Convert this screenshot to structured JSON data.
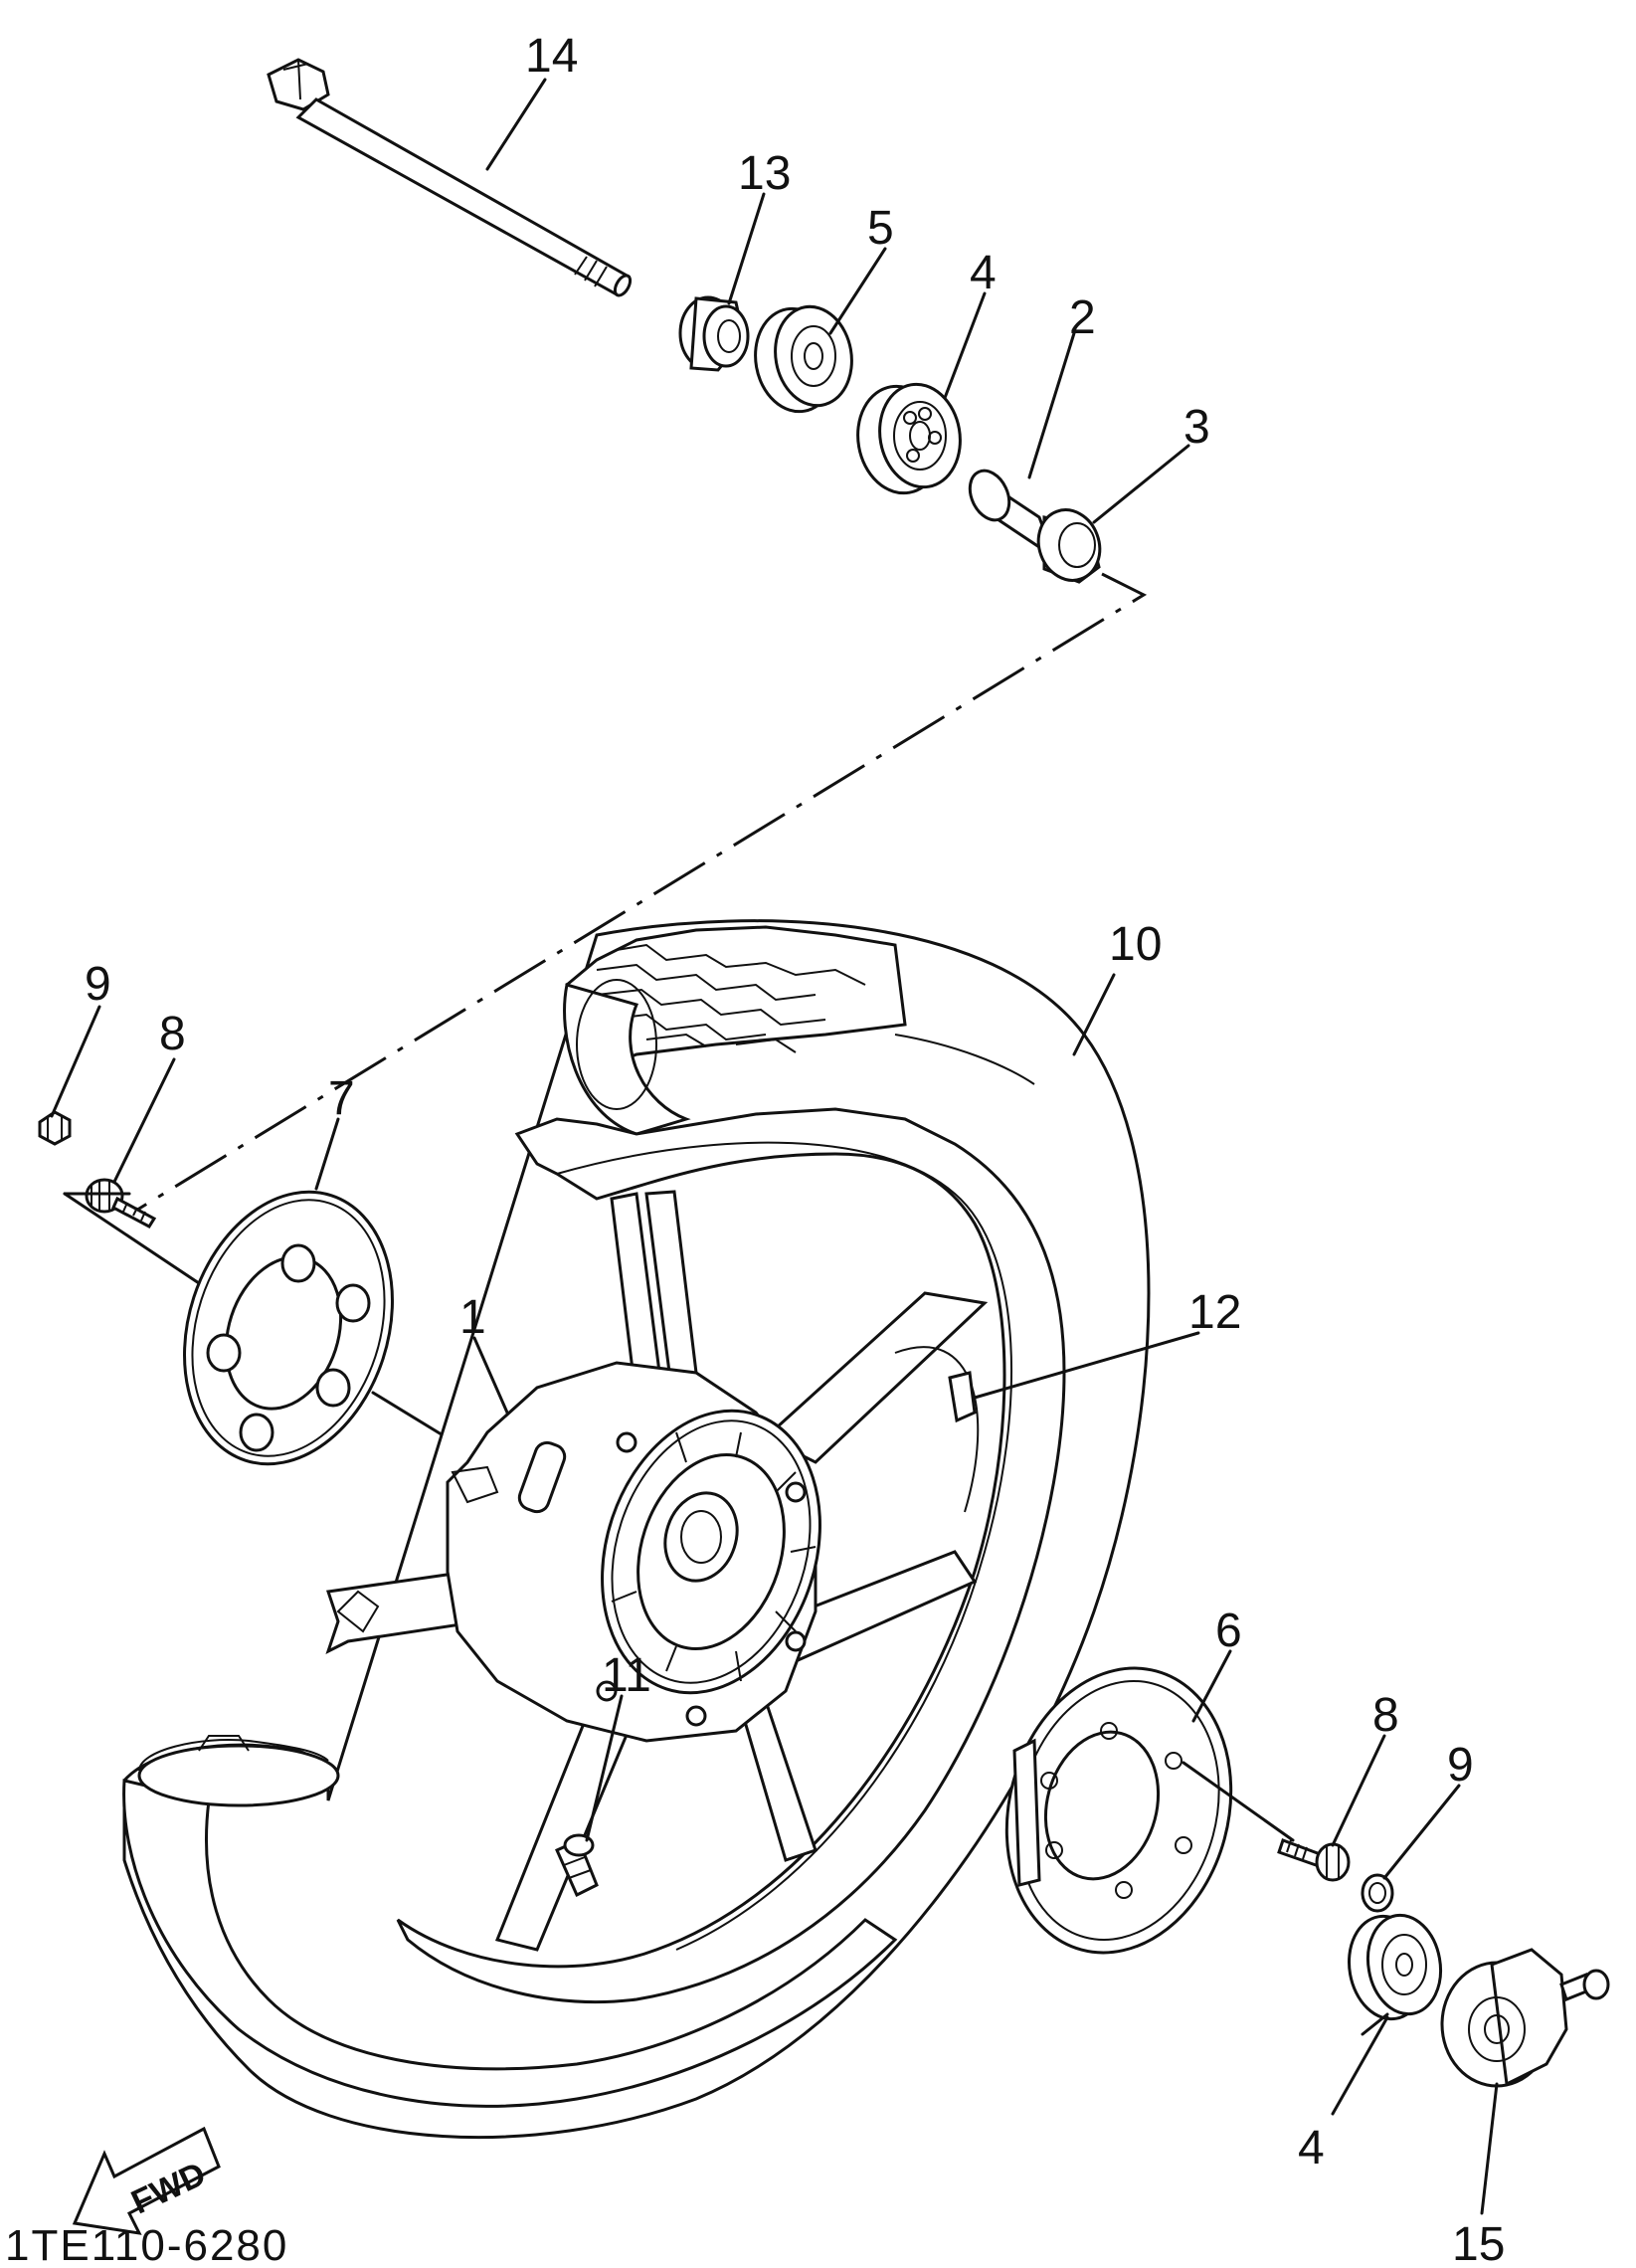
{
  "diagram": {
    "part_labels": {
      "p1": "1",
      "p2": "2",
      "p3": "3",
      "p4_top": "4",
      "p4_bottom": "4",
      "p5": "5",
      "p6": "6",
      "p7": "7",
      "p8_left": "8",
      "p8_right": "8",
      "p9_left": "9",
      "p9_right": "9",
      "p10": "10",
      "p11": "11",
      "p12": "12",
      "p13": "13",
      "p14": "14",
      "p15": "15"
    },
    "fwd_label": "FWD",
    "diagram_code": "1TE110-6280",
    "icons": [
      "front-wheel-icon",
      "axle-icon",
      "bearing-icon",
      "collar-icon",
      "spacer-icon",
      "brake-disc-icon",
      "bolt-icon",
      "nut-icon",
      "valve-icon",
      "balance-weight-icon",
      "meter-gear-icon",
      "fwd-arrow-icon"
    ]
  }
}
